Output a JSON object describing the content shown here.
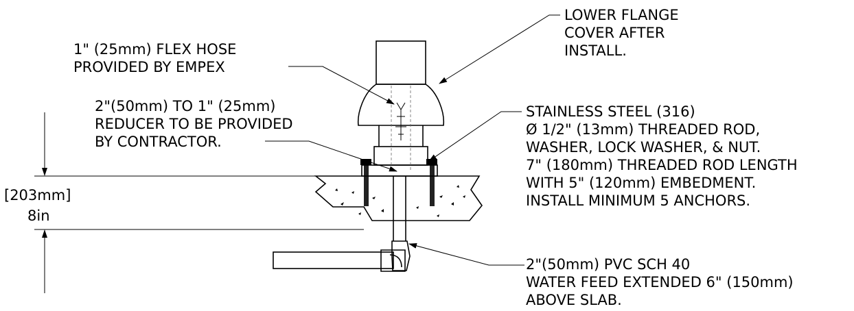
{
  "labels": {
    "flange_cover": [
      "LOWER FLANGE",
      "COVER AFTER",
      "INSTALL."
    ],
    "flex_hose": [
      "1\" (25mm) FLEX HOSE",
      "PROVIDED BY EMPEX"
    ],
    "reducer": [
      "2\"(50mm) TO 1\" (25mm)",
      "REDUCER TO BE PROVIDED",
      "BY CONTRACTOR."
    ],
    "anchor": [
      "STAINLESS STEEL (316)",
      "Ø 1/2\" (13mm) THREADED ROD,",
      "WASHER, LOCK WASHER, & NUT.",
      "7\" (180mm) THREADED ROD LENGTH",
      "WITH 5\" (120mm) EMBEDMENT.",
      "INSTALL MINIMUM 5 ANCHORS."
    ],
    "pvc": [
      "2\"(50mm) PVC SCH 40",
      "WATER FEED EXTENDED 6\" (150mm)",
      "ABOVE SLAB."
    ]
  },
  "dimension": {
    "metric": "[203mm]",
    "imperial": "8in"
  }
}
